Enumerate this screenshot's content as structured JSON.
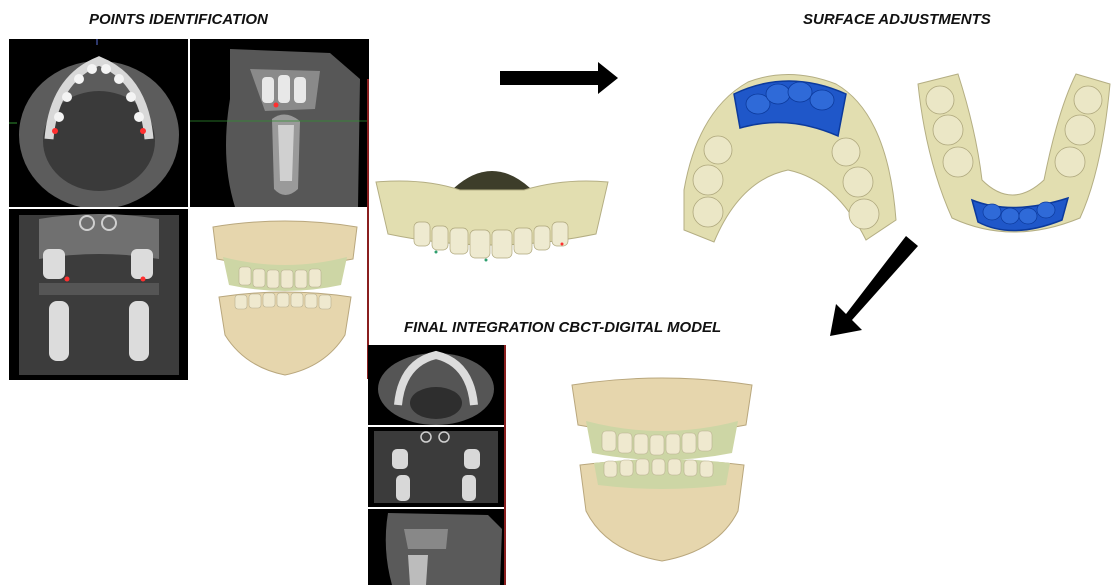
{
  "headings": {
    "points": "POINTS IDENTIFICATION",
    "surface": "SURFACE ADJUSTMENTS",
    "final": "FINAL INTEGRATION CBCT-DIGITAL MODEL"
  },
  "colors": {
    "bone": "#e6d6ad",
    "gum": "#cdd6a5",
    "tooth": "#e9e2c4",
    "scan": "#e2deb0",
    "highlight_blue": "#1f57c9",
    "arrow": "#000000",
    "panel_separator": "#8a1f1f"
  },
  "icons": {
    "step1_arrow": "right-arrow",
    "step2_arrow": "down-left-arrow"
  }
}
